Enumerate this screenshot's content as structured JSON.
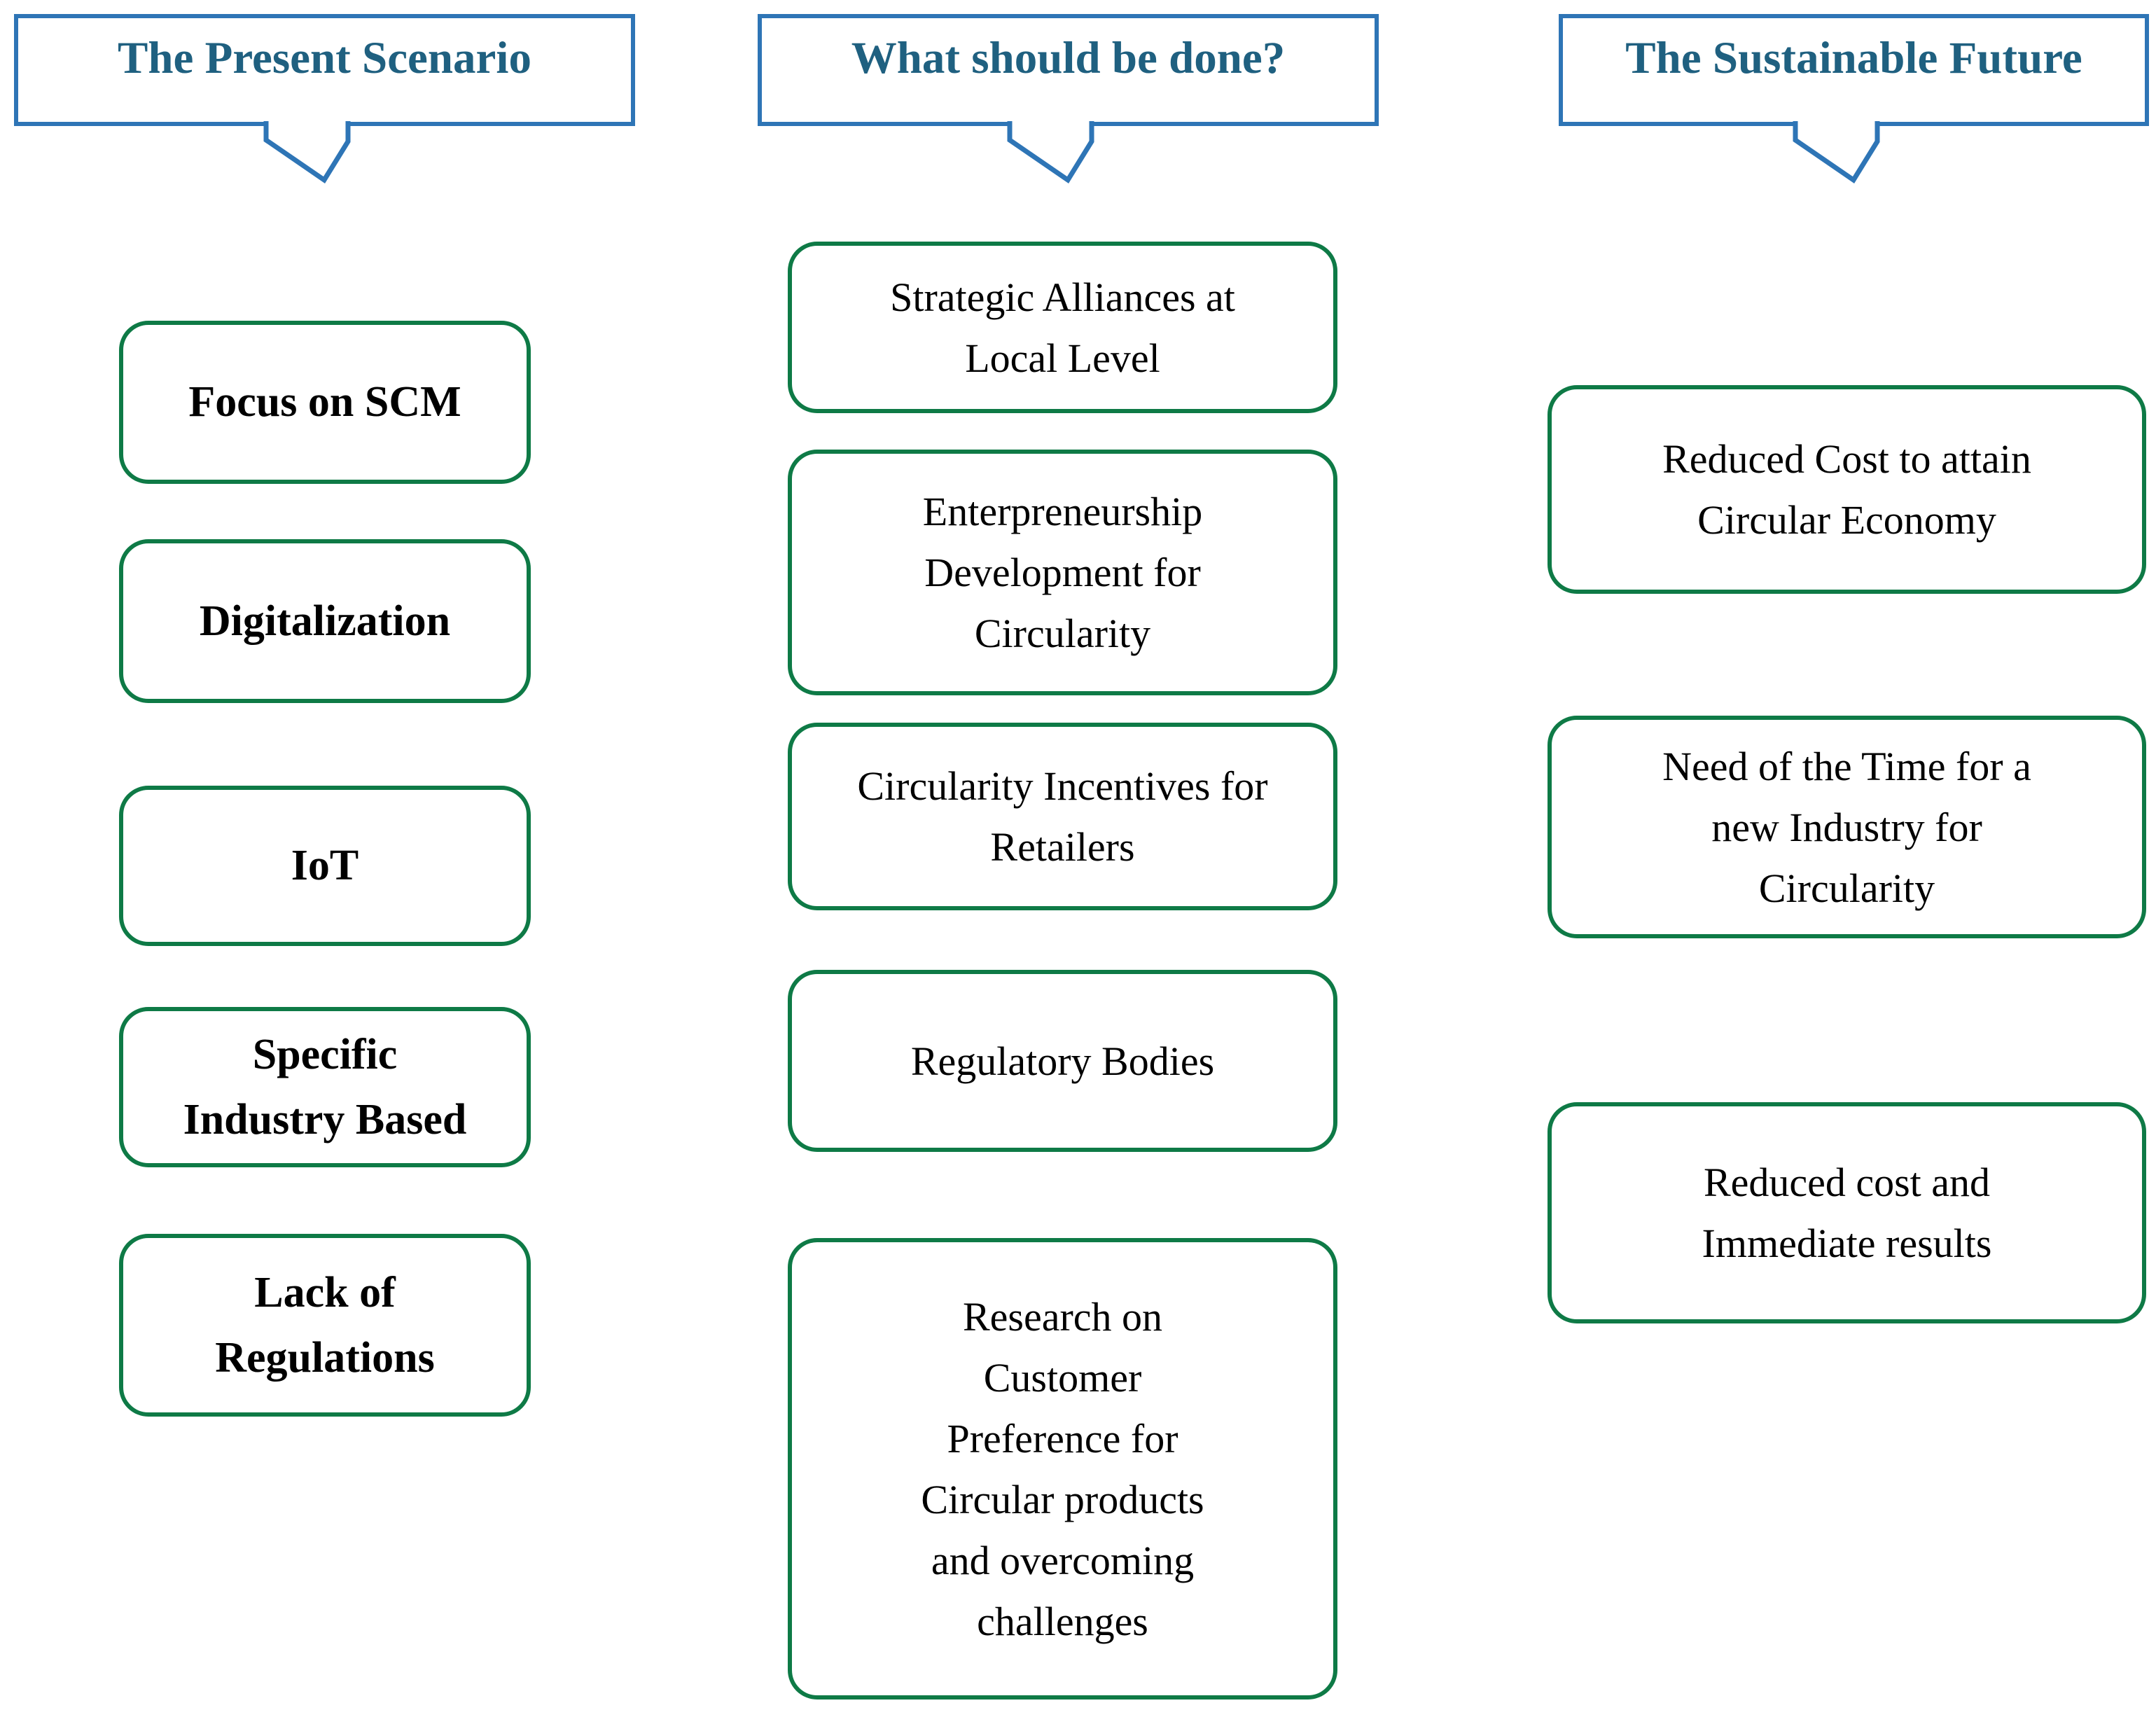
{
  "figure": {
    "type": "three-column flow diagram",
    "colors": {
      "header_border": "#2E75B6",
      "header_text": "#1F6080",
      "arrow": "#2E75B6",
      "box_border": "#0E7A46",
      "box_text": "#000000",
      "background": "#FFFFFF"
    }
  },
  "columns": [
    {
      "header": "The Present Scenario",
      "items": [
        "Focus on SCM",
        "Digitalization",
        "IoT",
        "Specific Industry Based",
        "Lack of Regulations"
      ]
    },
    {
      "header": "What should be done?",
      "items": [
        "Strategic Alliances at Local Level",
        "Enterpreneurship Development for Circularity",
        "Circularity Incentives for Retailers",
        "Regulatory Bodies",
        "Research on Customer Preference for Circular products and overcoming challenges"
      ]
    },
    {
      "header": "The Sustainable Future",
      "items": [
        "Reduced Cost to attain Circular Economy",
        "Need of the Time for a new Industry for Circularity",
        "Reduced cost and Immediate results"
      ]
    }
  ]
}
